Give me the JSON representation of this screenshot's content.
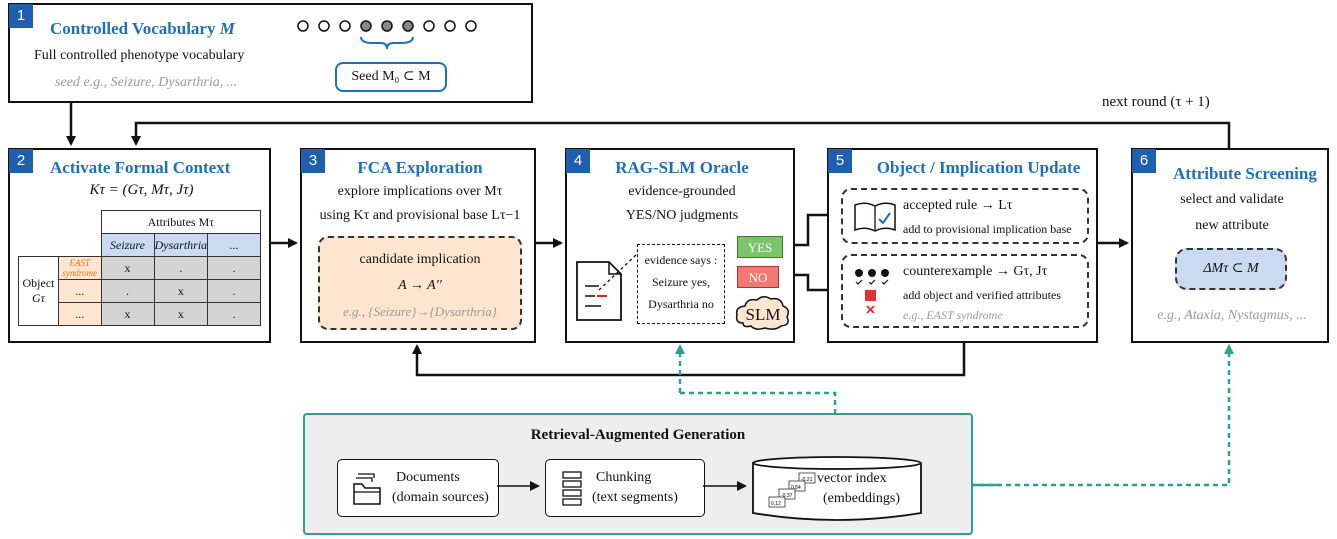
{
  "colors": {
    "accent": "#1f6fbf",
    "badge": "#1f5fae",
    "teal": "#2aa193",
    "yes": "#7cc46a",
    "no": "#f07a73",
    "peach": "#fde5cf",
    "blue": "#c9dbf1"
  },
  "p1": {
    "num": "1",
    "title": "Controlled Vocabulary",
    "title_var": "M",
    "line": "Full controlled phenotype vocabulary",
    "seed_eg": "seed e.g., Seizure, Dysarthria, ...",
    "seed_box": "Seed M₀ ⊂ M"
  },
  "next_round": "next round (τ + 1)",
  "p2": {
    "num": "2",
    "title": "Activate Formal Context",
    "formula": "Kτ = (Gτ, Mτ, Jτ)",
    "attr_header": "Attributes Mτ",
    "cols": [
      "Seizure",
      "Dysarthria",
      "..."
    ],
    "object_label": "Object",
    "object_var": "Gτ",
    "rows": [
      {
        "name": "EAST syndrome",
        "cells": [
          "x",
          ".",
          "."
        ]
      },
      {
        "name": "...",
        "cells": [
          ".",
          "x",
          "."
        ]
      },
      {
        "name": "...",
        "cells": [
          "x",
          "x",
          "."
        ]
      }
    ]
  },
  "p3": {
    "num": "3",
    "title": "FCA Exploration",
    "line1": "explore implications over Mτ",
    "line2": "using Kτ and provisional base Lτ−1",
    "cand_title": "candidate implication",
    "cand_formula": "A → A′′",
    "cand_eg": "e.g., {Seizure}→{Dysarthria}"
  },
  "p4": {
    "num": "4",
    "title": "RAG-SLM Oracle",
    "line1": "evidence-grounded",
    "line2": "YES/NO judgments",
    "evidence": [
      "evidence says :",
      "Seizure yes,",
      "Dysarthria no"
    ],
    "yes": "YES",
    "no": "NO",
    "slm": "SLM"
  },
  "p5": {
    "num": "5",
    "title": "Object / Implication Update",
    "acc_title": "accepted rule → Lτ",
    "acc_sub": "add to provisional implication base",
    "ce_title": "counterexample → Gτ, Jτ",
    "ce_sub": "add object and verified attributes",
    "ce_eg": "e.g., EAST syndrome"
  },
  "p6": {
    "num": "6",
    "title": "Attribute Screening",
    "line1": "select and validate",
    "line2": "new attribute",
    "delta": "ΔMτ ⊂ M",
    "eg": "e.g., Ataxia, Nystagmus, ..."
  },
  "rag": {
    "title": "Retrieval-Augmented Generation",
    "docs": [
      "Documents",
      "(domain sources)"
    ],
    "chunk": [
      "Chunking",
      "(text segments)"
    ],
    "vec": [
      "vector index",
      "(embeddings)"
    ],
    "vec_nums": [
      "-0.21",
      "0.84",
      "-0.37",
      "0.12"
    ]
  }
}
